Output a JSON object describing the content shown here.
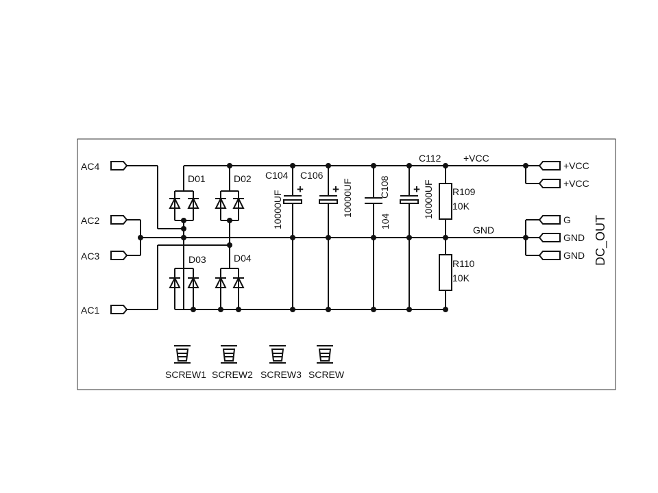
{
  "inputs": {
    "ac4": "AC4",
    "ac2": "AC2",
    "ac3": "AC3",
    "ac1": "AC1"
  },
  "diodes": {
    "d01": "D01",
    "d02": "D02",
    "d03": "D03",
    "d04": "D04"
  },
  "capacitors": {
    "c104": {
      "ref": "C104",
      "value": "10000UF"
    },
    "c106": {
      "ref": "C106",
      "value": "10000UF"
    },
    "c108": {
      "ref": "C108",
      "value": "104"
    },
    "c112": {
      "ref": "C112",
      "value": "10000UF"
    }
  },
  "resistors": {
    "r109": {
      "ref": "R109",
      "value": "10K"
    },
    "r110": {
      "ref": "R110",
      "value": "10K"
    }
  },
  "nets": {
    "vcc": "+VCC",
    "gnd": "GND"
  },
  "polarity_mark": "+",
  "outputs": {
    "vcc1": "+VCC",
    "vcc2": "+VCC",
    "g": "G",
    "gnd1": "GND",
    "gnd2": "GND",
    "title": "DC_OUT"
  },
  "screws": [
    "SCREW1",
    "SCREW2",
    "SCREW3",
    "SCREW"
  ]
}
